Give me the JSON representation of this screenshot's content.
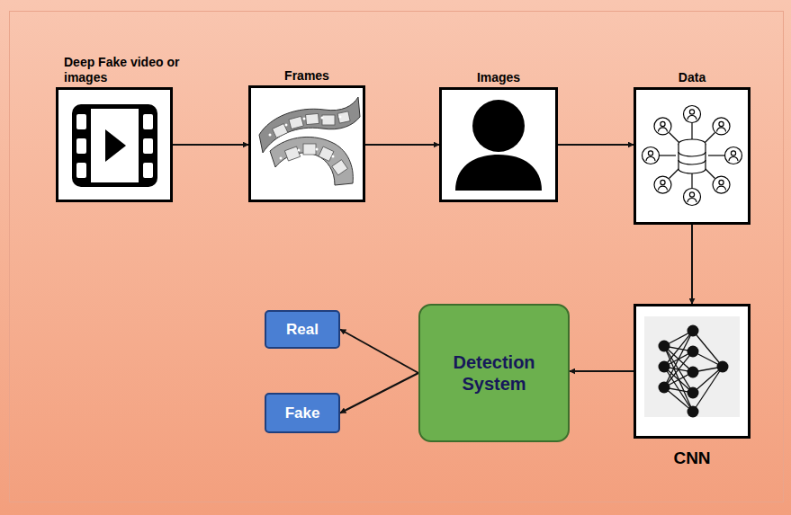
{
  "diagram": {
    "nodes": [
      {
        "text": [
          "Deep Fake video or images"
        ]
      },
      {
        "text": [
          "Frames"
        ]
      },
      {
        "text": [
          "Images"
        ]
      },
      {
        "text": [
          "Data"
        ]
      },
      {
        "text": [
          "CNN"
        ]
      },
      {
        "text": [
          "Detection System"
        ]
      },
      {
        "text": [
          "Real"
        ]
      },
      {
        "text": [
          "Fake"
        ]
      }
    ],
    "edges": [
      {
        "from": 0,
        "to": 1,
        "arrow": "to"
      },
      {
        "from": 1,
        "to": 2,
        "arrow": "to"
      },
      {
        "from": 2,
        "to": 3,
        "arrow": "to"
      },
      {
        "from": 3,
        "to": 4,
        "arrow": "to"
      },
      {
        "from": 4,
        "to": 5,
        "arrow": "to"
      },
      {
        "from": 5,
        "to": 6,
        "arrow": "to"
      },
      {
        "from": 5,
        "to": 7,
        "arrow": "to"
      }
    ]
  }
}
